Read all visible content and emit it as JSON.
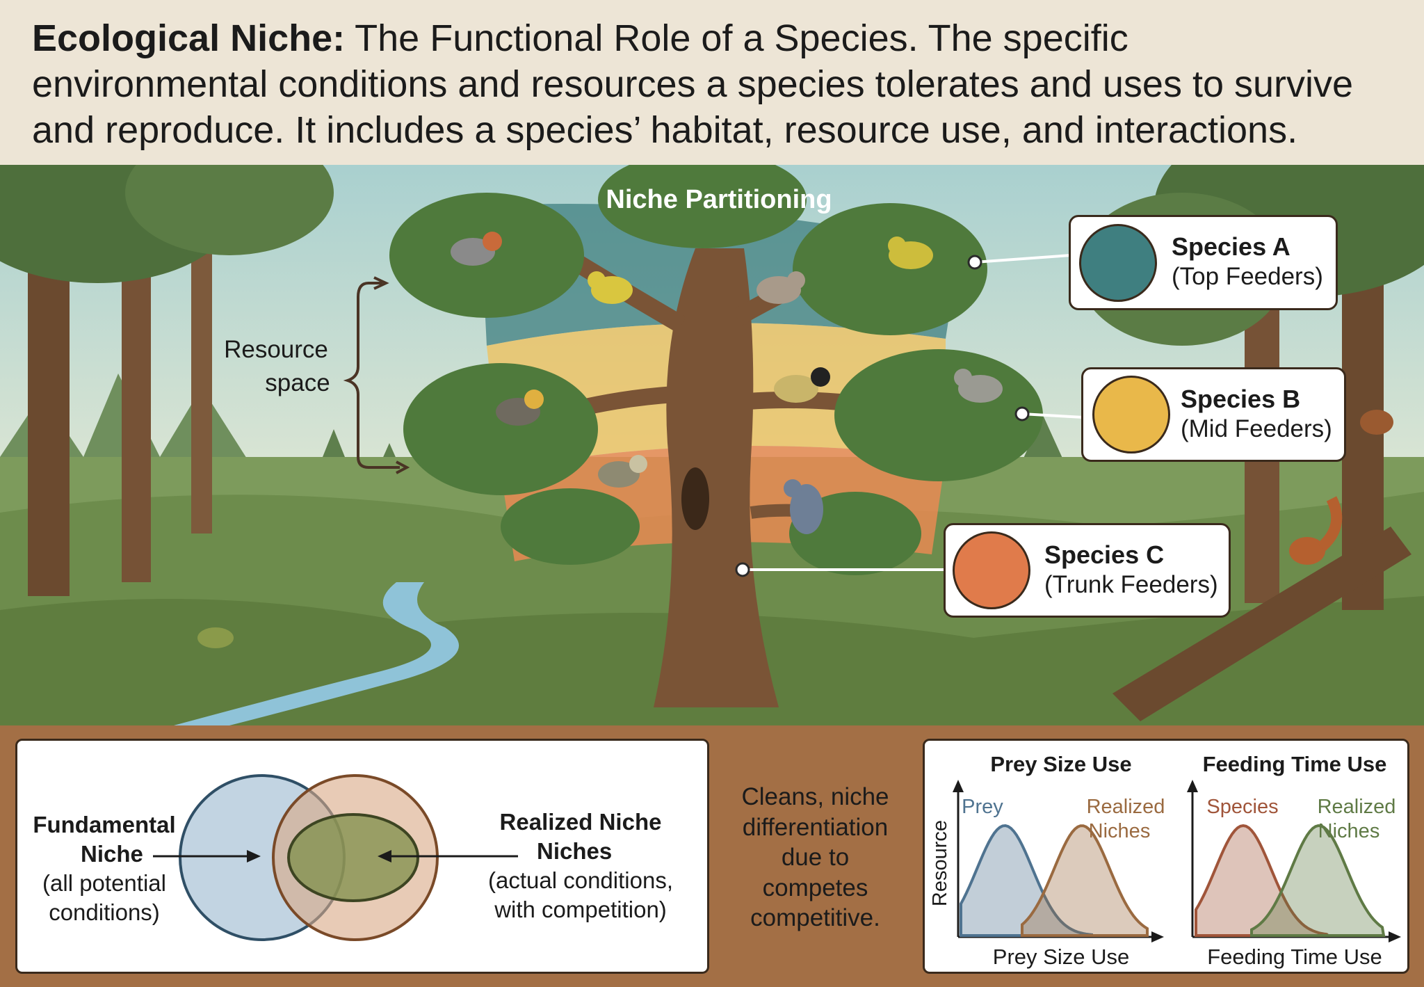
{
  "header": {
    "title_bold": "Ecological Niche:",
    "title_rest": " The Functional Role of a Species. The specific",
    "line2": "environmental conditions  and resources a species tolerates and uses to survive",
    "line3": "and reproduce. It includes a species’ habitat, resource use, and interactions."
  },
  "scene": {
    "partition_title": "Niche Partitioning",
    "resource_space": [
      "Resource",
      "space"
    ],
    "species": [
      {
        "name": "Species A",
        "role": "(Top Feeders)",
        "color": "#3f7f80"
      },
      {
        "name": "Species B",
        "role": "(Mid Feeders)",
        "color": "#e9b84a"
      },
      {
        "name": "Species C",
        "role": "(Trunk Feeders)",
        "color": "#e07b4b"
      }
    ]
  },
  "venn": {
    "fundamental_title": [
      "Fundamental",
      "Niche"
    ],
    "fundamental_note": [
      "(all potential",
      "conditions)"
    ],
    "realized_title": [
      "Realized Niche",
      "Niches"
    ],
    "realized_note": [
      "(actual conditions,",
      "with competition)"
    ],
    "colors": {
      "fundamental": "#9ab8cf",
      "realized": "#d9a886",
      "overlap": "#7f8f4a"
    }
  },
  "middle_text": [
    "Cleans, niche",
    "differentiation",
    "due to",
    "competes",
    "competitive."
  ],
  "chart_data": [
    {
      "type": "area",
      "title": "Prey Size Use",
      "ylabel": "Resource",
      "xlabel": "Prey Size Use",
      "series": [
        {
          "name": "Prey",
          "color": "#4f7390"
        },
        {
          "name": "Realized Niches",
          "color": "#9a6a40"
        }
      ],
      "legend_lines": [
        [
          "Prey"
        ],
        [
          "Realized",
          "Niches"
        ]
      ]
    },
    {
      "type": "area",
      "title": "Feeding Time Use",
      "xlabel": "Feeding Time Use",
      "series": [
        {
          "name": "Species",
          "color": "#a0553a"
        },
        {
          "name": "Realized Niches",
          "color": "#5f7a45"
        }
      ],
      "legend_lines": [
        [
          "Species"
        ],
        [
          "Realized",
          "Niches"
        ]
      ]
    }
  ]
}
